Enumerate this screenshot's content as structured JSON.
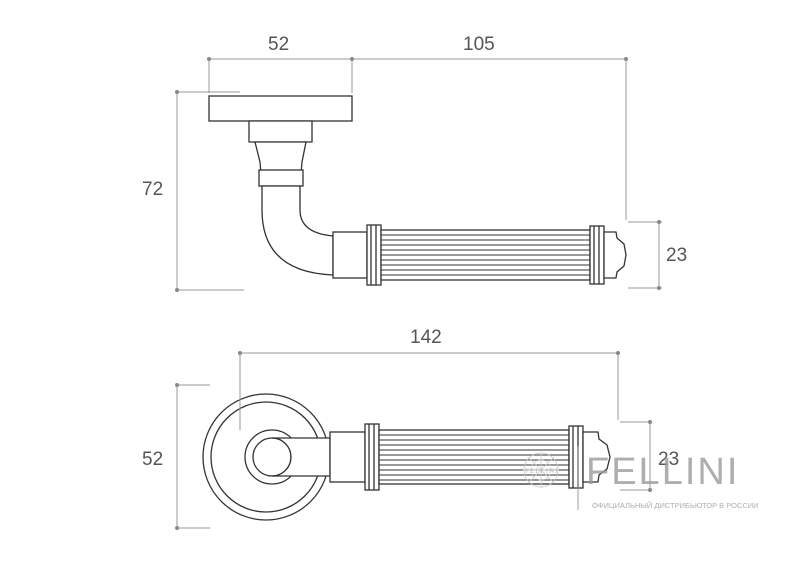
{
  "dimensions": {
    "top_width_rose": "52",
    "top_width_lever": "105",
    "side_height": "72",
    "grip_height_side": "23",
    "overall_length": "142",
    "rose_diameter": "52",
    "grip_height_front": "23"
  },
  "watermark": {
    "brand": "FELLINI",
    "tagline": "ОФИЦИАЛЬНЫЙ ДИСТРИБЬЮТОР В РОССИИ",
    "logo_text": "FELLINI"
  },
  "colors": {
    "line": "#333333",
    "dim_line": "#999999",
    "watermark": "#9a9a9a"
  }
}
